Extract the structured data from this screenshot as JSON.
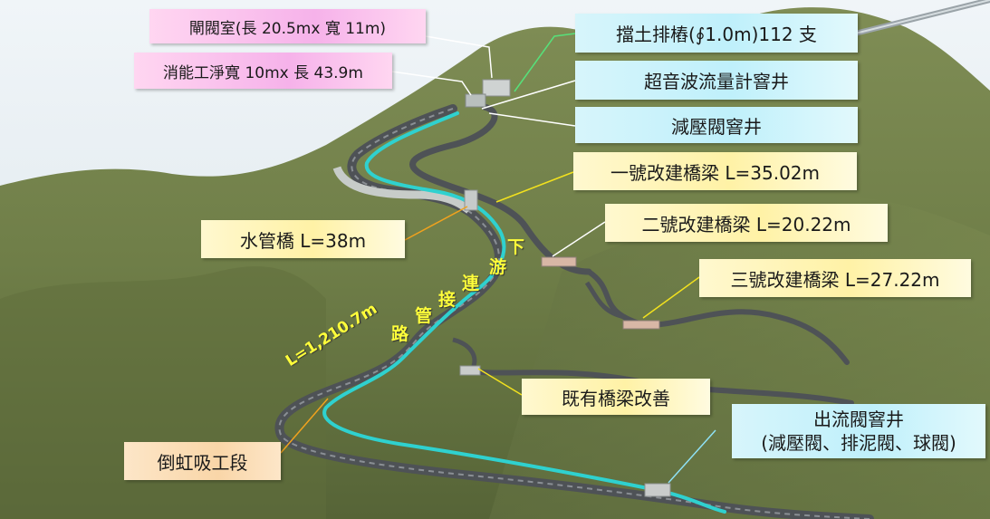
{
  "labels": {
    "gate_house": "閘閥室(長 20.5mx 寬 11m)",
    "energy_dissipator": "消能工淨寬 10mx 長 43.9m",
    "retaining_piles": "擋土排樁(∮1.0m)112 支",
    "flowmeter_vault": "超音波流量計窨井",
    "prv_vault": "減壓閥窨井",
    "bridge_1": "一號改建橋梁 L=35.02m",
    "water_bridge": "水管橋 L=38m",
    "bridge_2": "二號改建橋梁 L=20.22m",
    "bridge_3": "三號改建橋梁 L=27.22m",
    "existing_bridge": "既有橋梁改善",
    "outlet_vault_line1": "出流閥窨井",
    "outlet_vault_line2": "(減壓閥、排泥閥、球閥)",
    "siphon": "倒虹吸工段"
  },
  "pipeline": {
    "length_label": "L=1,210.7m",
    "chars": [
      "下",
      "游",
      "連",
      "接",
      "管",
      "路"
    ]
  },
  "colors": {
    "pink_label": "#f6b2ea",
    "cyan_label": "#bff0fb",
    "yellow_label": "#fff2a6",
    "peach_label": "#f9d6a8",
    "hill": "#6e7d47",
    "pipe": "#2fd1cf",
    "road": "#5a5e62",
    "leader_white": "#ffffff",
    "leader_green": "#57e07a",
    "leader_yellow": "#f2e11e",
    "leader_orange": "#f0a21e",
    "leader_lightblue": "#8fe1f5"
  }
}
